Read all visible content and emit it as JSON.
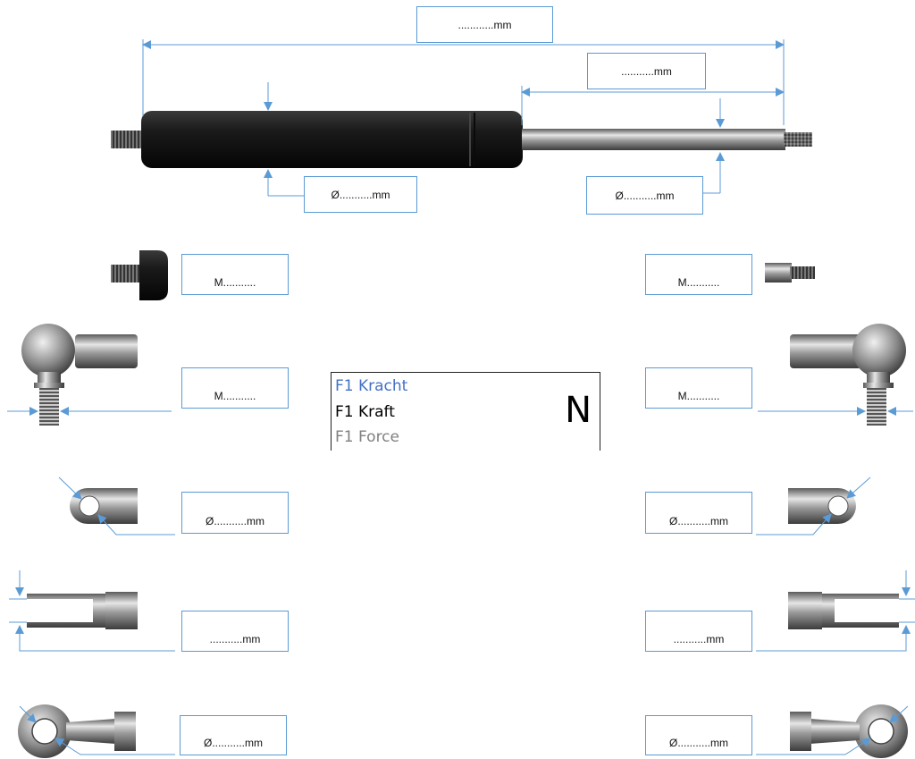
{
  "fields": {
    "total_length": "............mm",
    "stroke_length": "...........mm",
    "body_diameter": "Ø...........mm",
    "rod_diameter": "Ø...........mm",
    "thread_body_end": "M...........",
    "thread_rod_end": "M...........",
    "ball_joint_left": "M...........",
    "ball_joint_right": "M...........",
    "eye_left": "Ø...........mm",
    "eye_right": "Ø...........mm",
    "clevis_left": "...........mm",
    "clevis_right": "...........mm",
    "rod_eye_left": "Ø...........mm",
    "rod_eye_right": "Ø...........mm"
  },
  "force": {
    "line_nl": "F1 Kracht",
    "line_de": "F1 Kraft",
    "line_en": "F1 Force",
    "unit": "N"
  },
  "colors": {
    "accent": "#5b9bd5",
    "label_nl": "#4472c4",
    "label_de": "#000000",
    "label_en": "#808080"
  }
}
